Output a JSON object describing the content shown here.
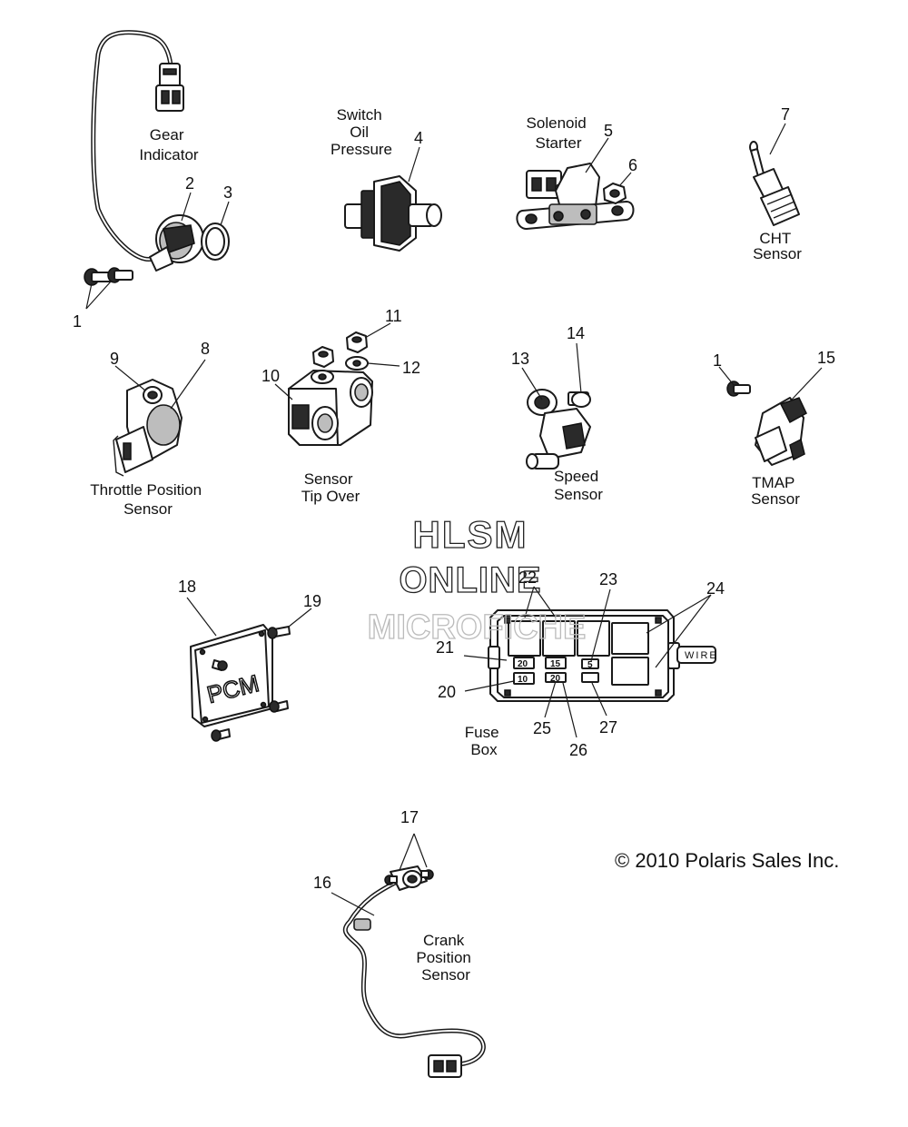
{
  "diagram": {
    "labels": {
      "gear_indicator": [
        "Gear",
        "Indicator"
      ],
      "switch_oil_pressure": [
        "Switch",
        "Oil",
        "Pressure"
      ],
      "solenoid_starter": [
        "Solenoid",
        "Starter"
      ],
      "cht_sensor": [
        "CHT",
        "Sensor"
      ],
      "throttle_position_sensor": [
        "Throttle Position",
        "Sensor"
      ],
      "sensor_tip_over": [
        "Sensor",
        "Tip Over"
      ],
      "speed_sensor": [
        "Speed",
        "Sensor"
      ],
      "tmap_sensor": [
        "TMAP",
        "Sensor"
      ],
      "fuse_box": [
        "Fuse",
        "Box"
      ],
      "crank_position_sensor": [
        "Crank",
        "Position",
        "Sensor"
      ]
    },
    "part_numbers": {
      "n1a": "1",
      "n2": "2",
      "n3": "3",
      "n4": "4",
      "n5": "5",
      "n6": "6",
      "n7": "7",
      "n8": "8",
      "n9": "9",
      "n10": "10",
      "n11": "11",
      "n12": "12",
      "n13": "13",
      "n14": "14",
      "n1b": "1",
      "n15": "15",
      "n16": "16",
      "n17": "17",
      "n18": "18",
      "n19": "19",
      "n20": "20",
      "n21": "21",
      "n22": "22",
      "n23": "23",
      "n24": "24",
      "n25": "25",
      "n26": "26",
      "n27": "27"
    },
    "fuse_values": {
      "f20": "20",
      "f15": "15",
      "f10": "10",
      "f20b": "20",
      "f5": "5"
    },
    "pcm_text": "PCM",
    "wire_tag": "WIRE",
    "watermark": [
      "HLSM",
      "ONLINE",
      "MICROFICHE"
    ],
    "copyright": "© 2010 Polaris Sales Inc."
  }
}
